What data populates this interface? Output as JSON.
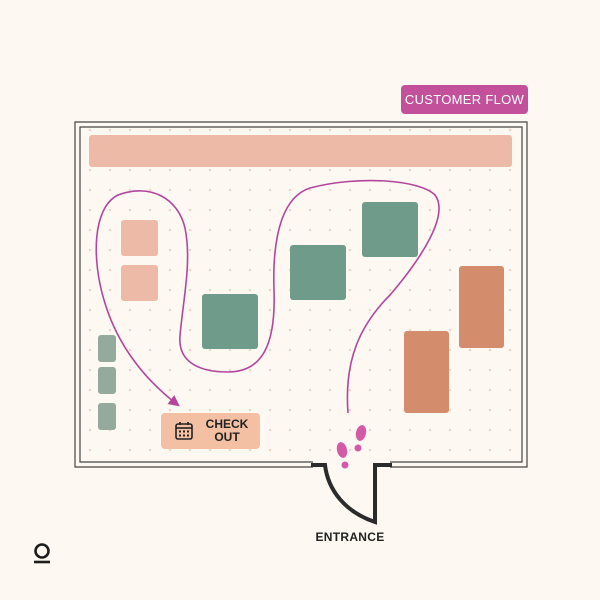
{
  "title": "CUSTOMER FLOW",
  "checkout": {
    "label": "CHECK OUT",
    "icon": "cash-register-icon"
  },
  "entrance": {
    "label": "ENTRANCE"
  },
  "logo": "logo-icon",
  "colors": {
    "background": "#fdf8f2",
    "badge": "#c2509a",
    "flow_arrow": "#b3469c",
    "footprints": "#d45aa8",
    "wall": "#444444",
    "banner_shelf": "#ecbaa6",
    "peach_shelf": "#ecbaa6",
    "green_shelf": "#6f9b8a",
    "light_green_shelf": "#93aa9c",
    "terracotta_shelf": "#d38c6c",
    "checkout_counter": "#f4c0a3"
  }
}
